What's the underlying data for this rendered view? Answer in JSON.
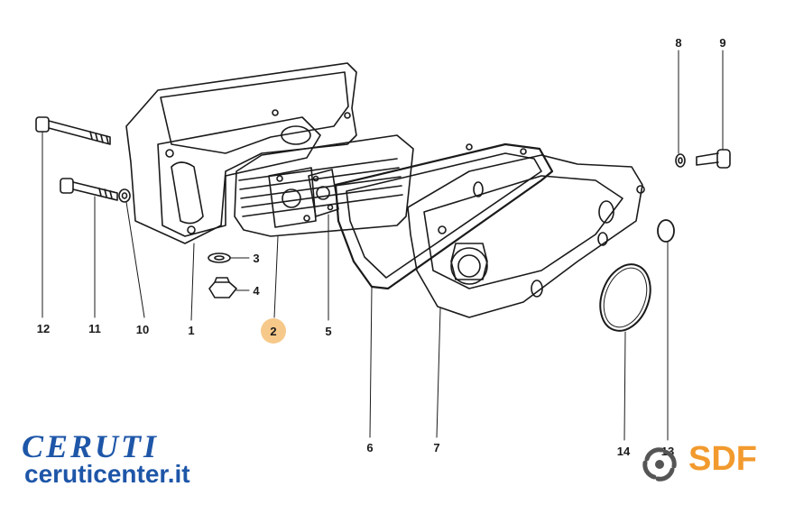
{
  "labels": {
    "p1": "1",
    "p2": "2",
    "p3": "3",
    "p4": "4",
    "p5": "5",
    "p6": "6",
    "p7": "7",
    "p8": "8",
    "p9": "9",
    "p10": "10",
    "p11": "11",
    "p12": "12",
    "p13": "13",
    "p14": "14"
  },
  "highlight_color": "#f6c98a",
  "brand": {
    "name": "CERUTI",
    "website": "ceruticenter.it",
    "color": "#1e56a8"
  },
  "sdf": {
    "name": "SDF",
    "color": "#f29a2e",
    "icon": "sdf-swirl-icon"
  }
}
